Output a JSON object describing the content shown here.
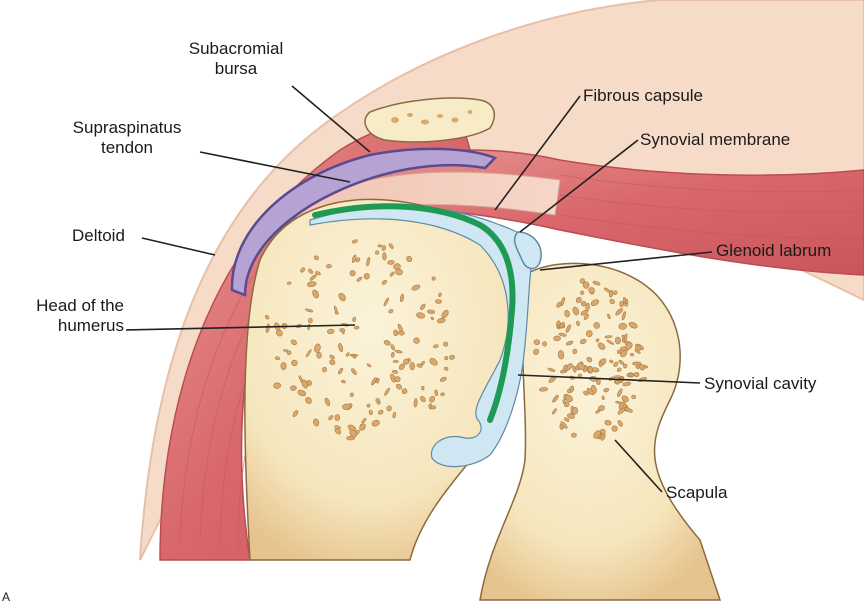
{
  "labels": {
    "subacromial_bursa_line1": "Subacromial",
    "subacromial_bursa_line2": "bursa",
    "supraspinatus_line1": "Supraspinatus",
    "supraspinatus_line2": "tendon",
    "deltoid": "Deltoid",
    "head_humerus_line1": "Head of the",
    "head_humerus_line2": "humerus",
    "fibrous_capsule": "Fibrous capsule",
    "synovial_membrane": "Synovial membrane",
    "glenoid_labrum": "Glenoid labrum",
    "synovial_cavity": "Synovial cavity",
    "scapula": "Scapula",
    "corner_mark": "A"
  },
  "colors": {
    "skin": "#f6dcc8",
    "muscle": "#d9676b",
    "muscle_light": "#eb9f9b",
    "bone": "#f8ecc8",
    "bone_dark": "#e7c58a",
    "trabecula": "#d9a86a",
    "bursa": "#b7a3d3",
    "bursa_outline": "#5c4a8f",
    "synovial_fluid": "#cfe6f3",
    "synovial_membrane": "#1f9a55",
    "leader_line": "#222222"
  }
}
